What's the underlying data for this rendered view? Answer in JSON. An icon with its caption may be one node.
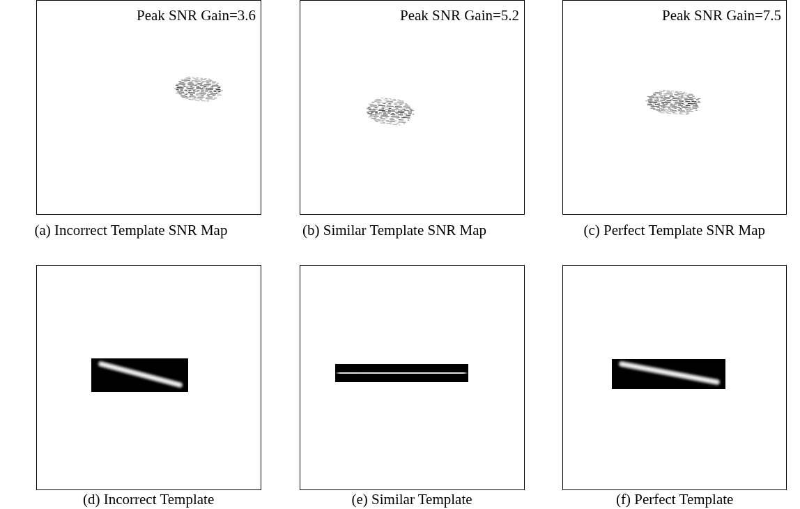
{
  "diagram": {
    "labels": [
      "Peak SNR Gain=3.6",
      "Peak SNR Gain=5.2",
      "Peak SNR Gain=7.5",
      "(a) Incorrect Template SNR Map",
      "(b) Similar Template SNR Map",
      "(c) Perfect Template SNR Map",
      "(d) Incorrect Template",
      "(e) Similar Template",
      "(f) Perfect Template"
    ]
  }
}
